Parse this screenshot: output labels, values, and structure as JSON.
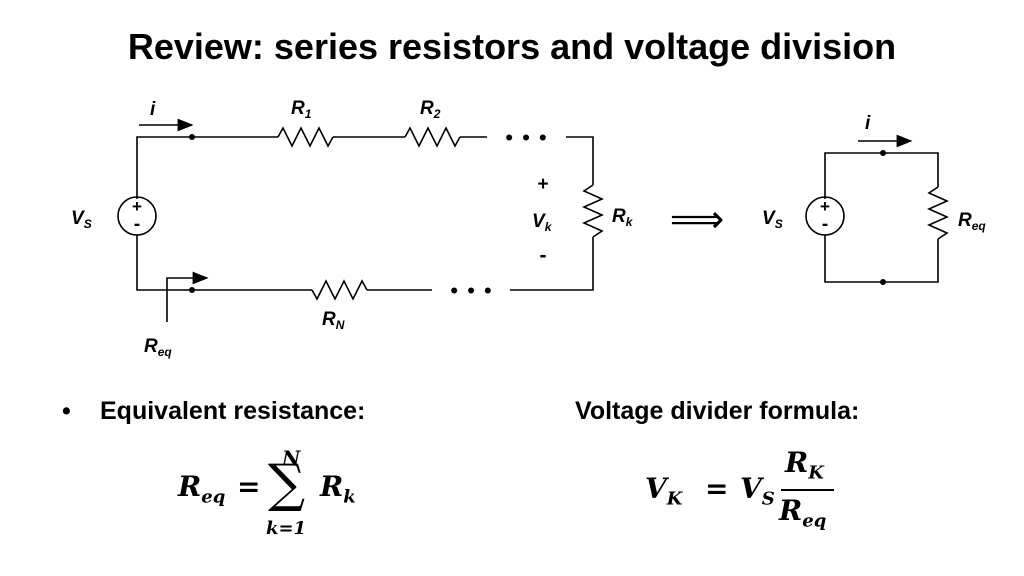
{
  "title": "Review: series resistors and voltage division",
  "circuit": {
    "current_label": "i",
    "source_label": "V",
    "source_sub": "S",
    "plus": "+",
    "minus": "-",
    "dots": "• • •",
    "r1": {
      "main": "R",
      "sub": "1"
    },
    "r2": {
      "main": "R",
      "sub": "2"
    },
    "rk": {
      "main": "R",
      "sub": "k"
    },
    "rn": {
      "main": "R",
      "sub": "N"
    },
    "vk": {
      "main": "V",
      "sub": "k"
    },
    "req": {
      "main": "R",
      "sub": "eq"
    },
    "arrow": "⟹"
  },
  "bullets": {
    "dot": "•",
    "equivalent_resistance": "Equivalent resistance:",
    "voltage_divider": "Voltage divider formula:"
  },
  "formula_req": {
    "lhs": "R",
    "lhs_sub": "eq",
    "equals": "=",
    "sum_symbol": "∑",
    "upper": "N",
    "lower": "k=1",
    "term": "R",
    "term_sub": "k"
  },
  "formula_vk": {
    "lhs": "V",
    "lhs_sub": "K",
    "equals": "=",
    "coef": "V",
    "coef_sub": "S",
    "num": "R",
    "num_sub": "K",
    "den": "R",
    "den_sub": "eq"
  }
}
